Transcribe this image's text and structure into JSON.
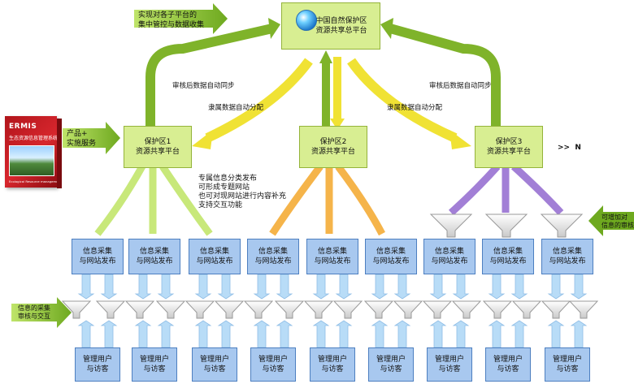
{
  "top": {
    "title": "中国自然保护区\n资源共享总平台",
    "left_note": "实现对各子平台的\n集中管控与数据收集"
  },
  "arrows": {
    "sync_left": "审核后数据自动同步",
    "sync_right": "审核后数据自动同步",
    "distribute_left": "隶属数据自动分配",
    "distribute_right": "隶属数据自动分配"
  },
  "zones": [
    {
      "label": "保护区1\n资源共享平台"
    },
    {
      "label": "保护区2\n资源共享平台"
    },
    {
      "label": "保护区3\n资源共享平台"
    }
  ],
  "more_label": ">>  N",
  "product": {
    "brand": "ERMIS",
    "subtitle": "生态资源信息管理系统",
    "footer": "Ecological Resource management system",
    "arrow_label": "产品+\n实施服务"
  },
  "zone1_note": "专属信息分类发布\n可形成专题网站\n也可对现网站进行内容补充\n支持交互功能",
  "right_note": "可增加对\n信息的审核",
  "left_bottom_note": "信息的采集\n审核与交互",
  "sites": [
    "信息采集\n与网站发布",
    "信息采集\n与网站发布",
    "信息采集\n与网站发布",
    "信息采集\n与网站发布",
    "信息采集\n与网站发布",
    "信息采集\n与网站发布",
    "信息采集\n与网站发布",
    "信息采集\n与网站发布",
    "信息采集\n与网站发布"
  ],
  "managers": [
    "管理用户\n与访客",
    "管理用户\n与访客",
    "管理用户\n与访客",
    "管理用户\n与访客",
    "管理用户\n与访客",
    "管理用户\n与访客",
    "管理用户\n与访客",
    "管理用户\n与访客",
    "管理用户\n与访客"
  ],
  "colors": {
    "green_dark": "#7fb32a",
    "green_light": "#c8e87a",
    "yellow": "#f0e234",
    "orange": "#f5b44a",
    "purple": "#a27fd6",
    "blue_arrow": "#b8dcf7"
  }
}
